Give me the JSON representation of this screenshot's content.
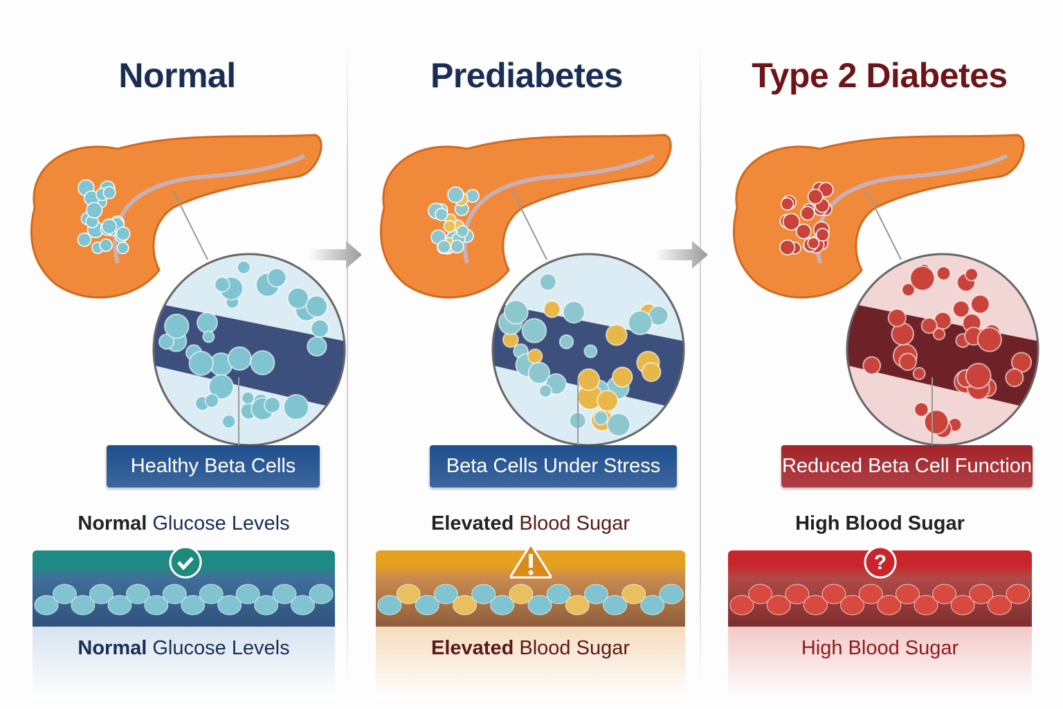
{
  "stages": [
    {
      "title": "Normal",
      "label": "Healthy Beta Cells",
      "status_bold": "Normal",
      "status_rest": " Glucose Levels",
      "bottom_bold": "Normal",
      "bottom_rest": " Glucose Levels",
      "icon": "check-icon",
      "title_color": "#1a2d55",
      "label_color": "#1f4f8e",
      "cell_color": "#7fc4d0",
      "band_color": "#1f8a84"
    },
    {
      "title": "Prediabetes",
      "label": "Beta Cells Under Stress",
      "status_bold": "Elevated",
      "status_rest": " Blood Sugar",
      "bottom_bold": "Elevated",
      "bottom_rest": " Blood Sugar",
      "icon": "warning-icon",
      "title_color": "#1a2d55",
      "label_color": "#1f4f8e",
      "cell_color": "#8cc6cf",
      "band_color": "#e6a020"
    },
    {
      "title": "Type 2 Diabetes",
      "label": "Reduced Beta Cell Function",
      "status_bold": "High Blood Sugar",
      "status_rest": "",
      "bottom_bold": "",
      "bottom_rest": "High Blood Sugar",
      "icon": "question-icon",
      "title_color": "#6e1418",
      "label_color": "#a3232a",
      "cell_color": "#c9433a",
      "band_color": "#c8262c"
    }
  ],
  "status_text_color": [
    "#1a2d55",
    "#5a1a14",
    "#8e1a1e"
  ]
}
